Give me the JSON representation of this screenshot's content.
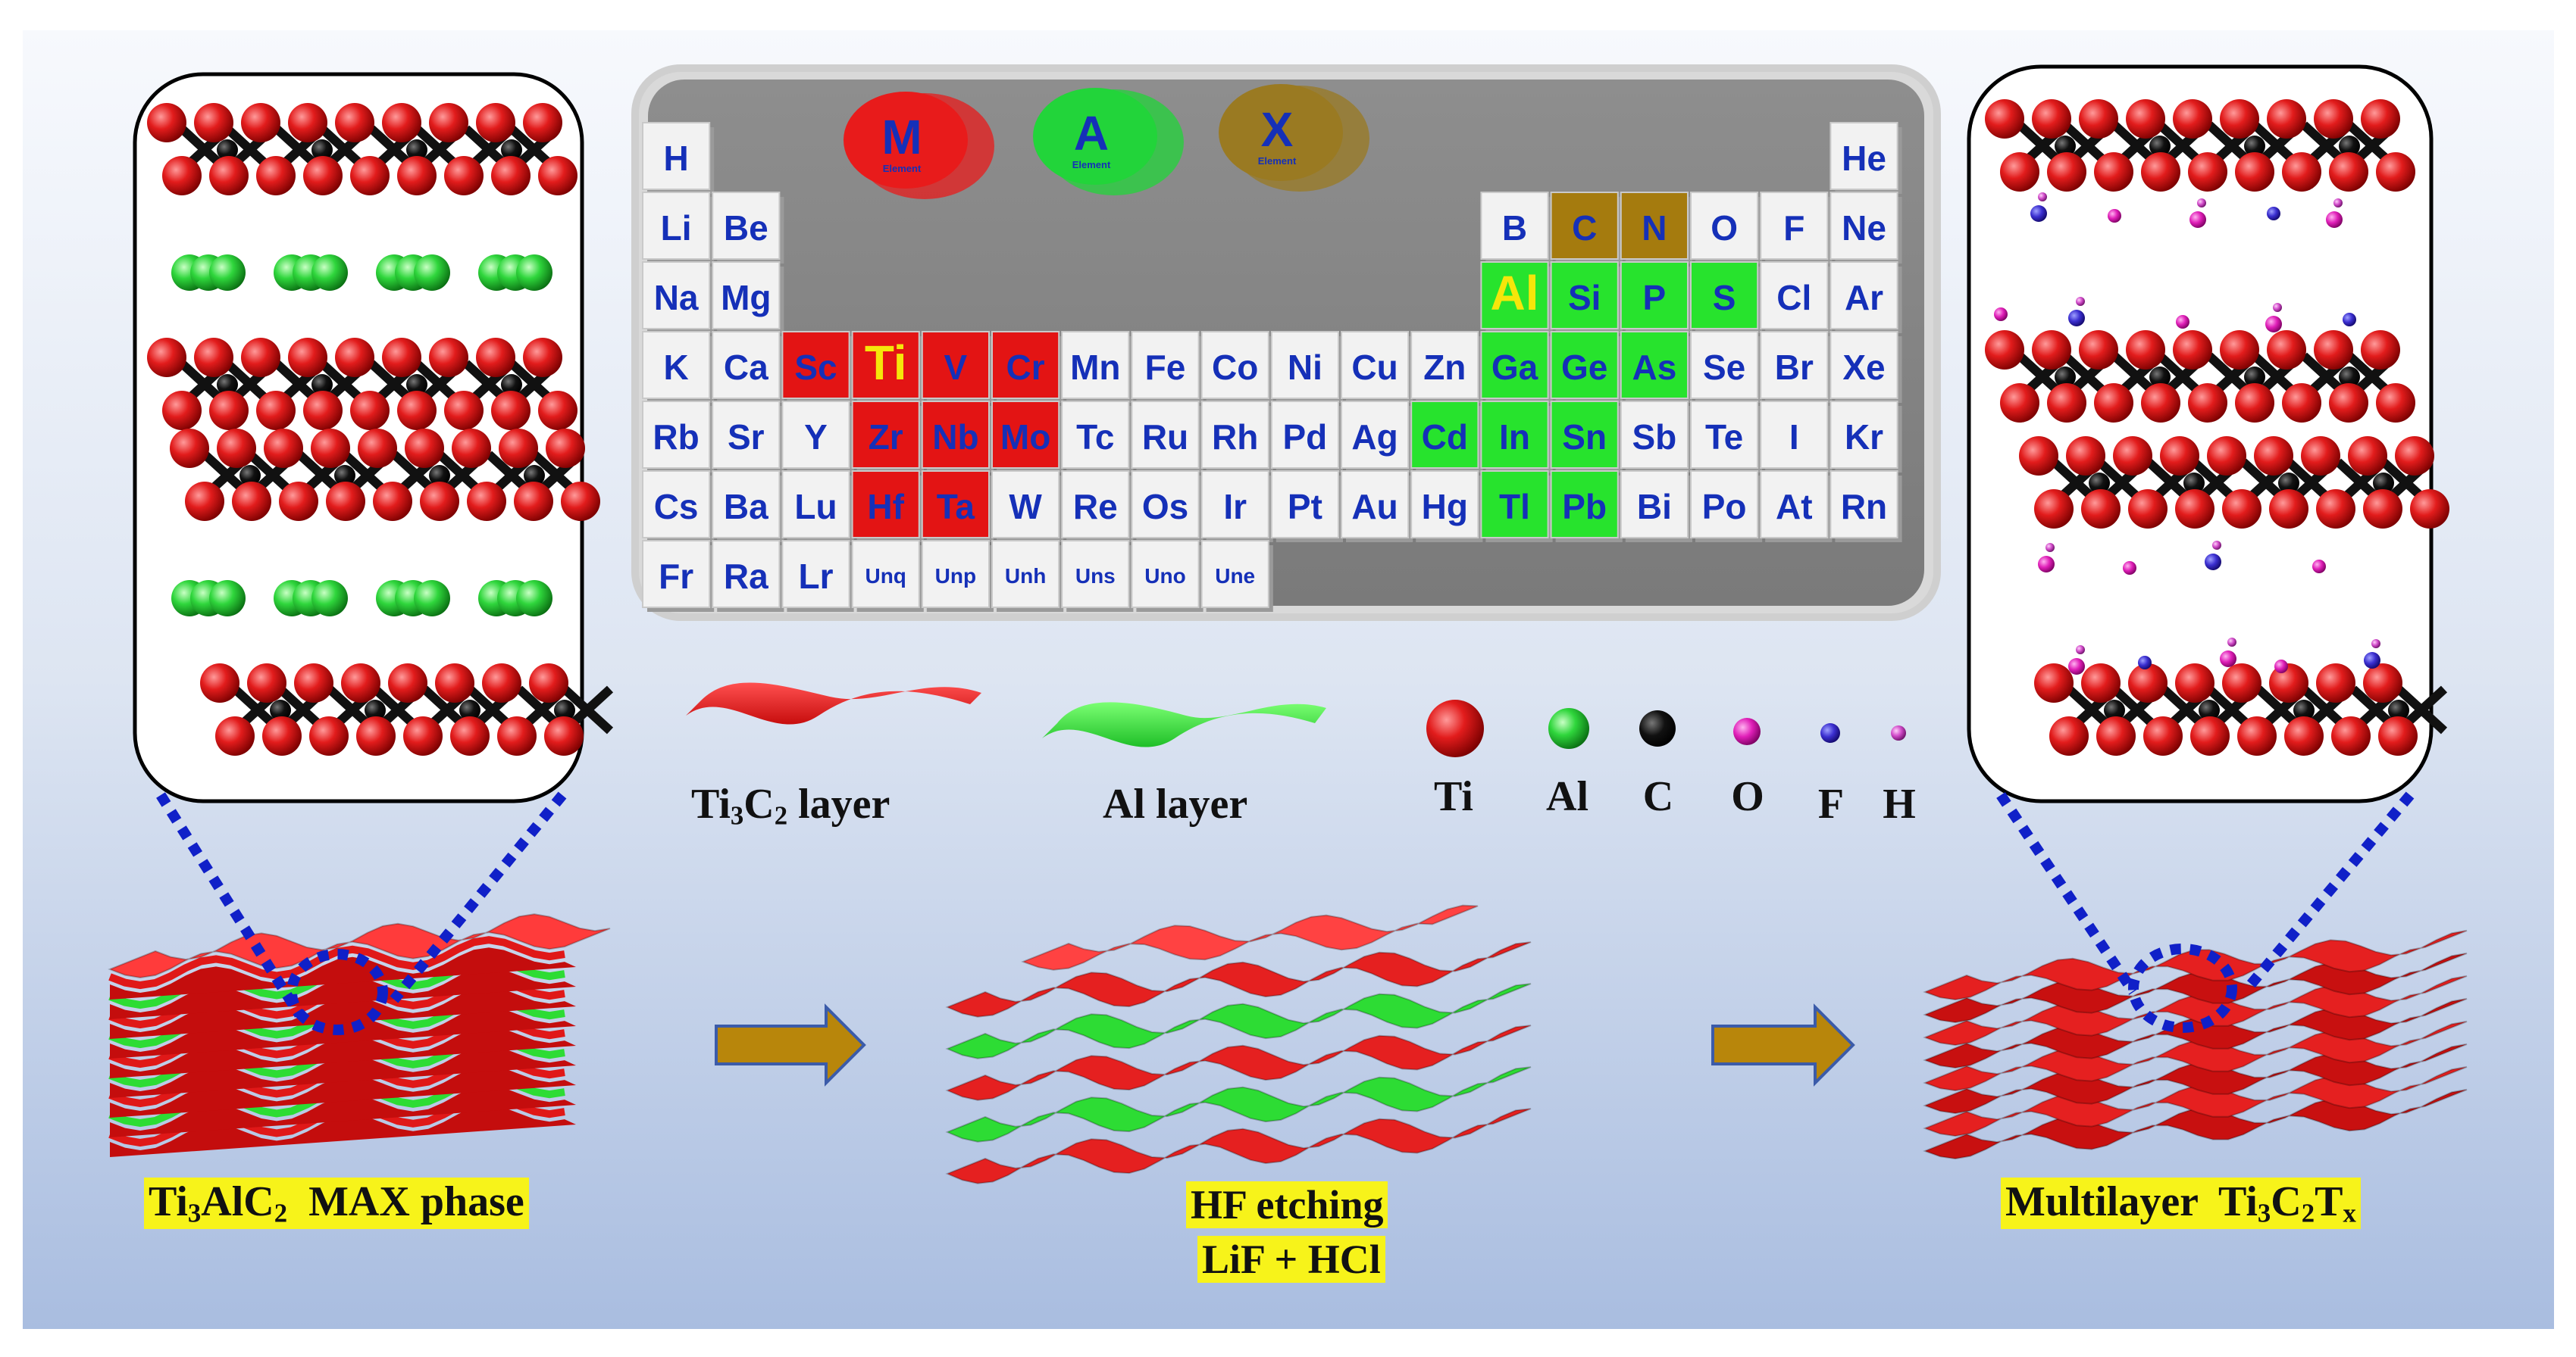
{
  "periodic_table": {
    "badges": [
      {
        "letter": "M",
        "caption": "Element",
        "color": "#e81b1b"
      },
      {
        "letter": "A",
        "caption": "Element",
        "color": "#22d43a"
      },
      {
        "letter": "X",
        "caption": "Element",
        "color": "#9a7a22"
      }
    ],
    "rows": [
      [
        {
          "s": "H",
          "c": "w"
        },
        {
          "s": "He",
          "c": "w",
          "col": 17
        }
      ],
      [
        {
          "s": "Li",
          "c": "w"
        },
        {
          "s": "Be",
          "c": "w"
        },
        {
          "s": "B",
          "c": "w",
          "col": 12
        },
        {
          "s": "C",
          "c": "x"
        },
        {
          "s": "N",
          "c": "x"
        },
        {
          "s": "O",
          "c": "w"
        },
        {
          "s": "F",
          "c": "w"
        },
        {
          "s": "Ne",
          "c": "w"
        }
      ],
      [
        {
          "s": "Na",
          "c": "w"
        },
        {
          "s": "Mg",
          "c": "w"
        },
        {
          "s": "Al",
          "c": "a",
          "col": 12
        },
        {
          "s": "Si",
          "c": "g"
        },
        {
          "s": "P",
          "c": "g"
        },
        {
          "s": "S",
          "c": "g"
        },
        {
          "s": "Cl",
          "c": "w"
        },
        {
          "s": "Ar",
          "c": "w"
        }
      ],
      [
        {
          "s": "K",
          "c": "w"
        },
        {
          "s": "Ca",
          "c": "w"
        },
        {
          "s": "Sc",
          "c": "r"
        },
        {
          "s": "Ti",
          "c": "t"
        },
        {
          "s": "V",
          "c": "r"
        },
        {
          "s": "Cr",
          "c": "r"
        },
        {
          "s": "Mn",
          "c": "w"
        },
        {
          "s": "Fe",
          "c": "w"
        },
        {
          "s": "Co",
          "c": "w"
        },
        {
          "s": "Ni",
          "c": "w"
        },
        {
          "s": "Cu",
          "c": "w"
        },
        {
          "s": "Zn",
          "c": "w"
        },
        {
          "s": "Ga",
          "c": "g"
        },
        {
          "s": "Ge",
          "c": "g"
        },
        {
          "s": "As",
          "c": "g"
        },
        {
          "s": "Se",
          "c": "w"
        },
        {
          "s": "Br",
          "c": "w"
        },
        {
          "s": "Xe",
          "c": "w"
        }
      ],
      [
        {
          "s": "Rb",
          "c": "w"
        },
        {
          "s": "Sr",
          "c": "w"
        },
        {
          "s": "Y",
          "c": "w"
        },
        {
          "s": "Zr",
          "c": "r"
        },
        {
          "s": "Nb",
          "c": "r"
        },
        {
          "s": "Mo",
          "c": "r"
        },
        {
          "s": "Tc",
          "c": "w"
        },
        {
          "s": "Ru",
          "c": "w"
        },
        {
          "s": "Rh",
          "c": "w"
        },
        {
          "s": "Pd",
          "c": "w"
        },
        {
          "s": "Ag",
          "c": "w"
        },
        {
          "s": "Cd",
          "c": "g"
        },
        {
          "s": "In",
          "c": "g"
        },
        {
          "s": "Sn",
          "c": "g"
        },
        {
          "s": "Sb",
          "c": "w"
        },
        {
          "s": "Te",
          "c": "w"
        },
        {
          "s": "I",
          "c": "w"
        },
        {
          "s": "Kr",
          "c": "w"
        }
      ],
      [
        {
          "s": "Cs",
          "c": "w"
        },
        {
          "s": "Ba",
          "c": "w"
        },
        {
          "s": "Lu",
          "c": "w"
        },
        {
          "s": "Hf",
          "c": "r"
        },
        {
          "s": "Ta",
          "c": "r"
        },
        {
          "s": "W",
          "c": "w"
        },
        {
          "s": "Re",
          "c": "w"
        },
        {
          "s": "Os",
          "c": "w"
        },
        {
          "s": "Ir",
          "c": "w"
        },
        {
          "s": "Pt",
          "c": "w"
        },
        {
          "s": "Au",
          "c": "w"
        },
        {
          "s": "Hg",
          "c": "w"
        },
        {
          "s": "Tl",
          "c": "g"
        },
        {
          "s": "Pb",
          "c": "g"
        },
        {
          "s": "Bi",
          "c": "w"
        },
        {
          "s": "Po",
          "c": "w"
        },
        {
          "s": "At",
          "c": "w"
        },
        {
          "s": "Rn",
          "c": "w"
        }
      ],
      [
        {
          "s": "Fr",
          "c": "w"
        },
        {
          "s": "Ra",
          "c": "w"
        },
        {
          "s": "Lr",
          "c": "w"
        },
        {
          "s": "Unq",
          "c": "w"
        },
        {
          "s": "Unp",
          "c": "w"
        },
        {
          "s": "Unh",
          "c": "w"
        },
        {
          "s": "Uns",
          "c": "w"
        },
        {
          "s": "Uno",
          "c": "w"
        },
        {
          "s": "Une",
          "c": "w"
        }
      ]
    ]
  },
  "legend": {
    "ti3c2_layer": {
      "main": "Ti",
      "s1": "3",
      "mid": "C",
      "s2": "2",
      "tail": " layer"
    },
    "al_layer": "Al layer",
    "atoms": [
      {
        "symbol": "Ti",
        "color": "#e21c1c"
      },
      {
        "symbol": "Al",
        "color": "#2fd63c"
      },
      {
        "symbol": "C",
        "color": "#111111"
      },
      {
        "symbol": "O",
        "color": "#e01fb8"
      },
      {
        "symbol": "F",
        "color": "#3b2fd0"
      },
      {
        "symbol": "H",
        "color": "#d04ac8"
      }
    ]
  },
  "captions": {
    "max_phase": {
      "a": "Ti",
      "s1": "3",
      "b": "AlC",
      "s2": "2",
      "c": "  MAX phase"
    },
    "hf_etching": "HF etching",
    "lif_hcl": "LiF + HCl",
    "multilayer": {
      "a": "Multilayer  Ti",
      "s1": "3",
      "b": "C",
      "s2": "2",
      "c": "T",
      "s3": "x"
    }
  },
  "colors": {
    "ti_layer": "#e01818",
    "al_layer": "#2ddc34",
    "arrow": "#b8860b",
    "dotted_line": "#1020c8"
  }
}
